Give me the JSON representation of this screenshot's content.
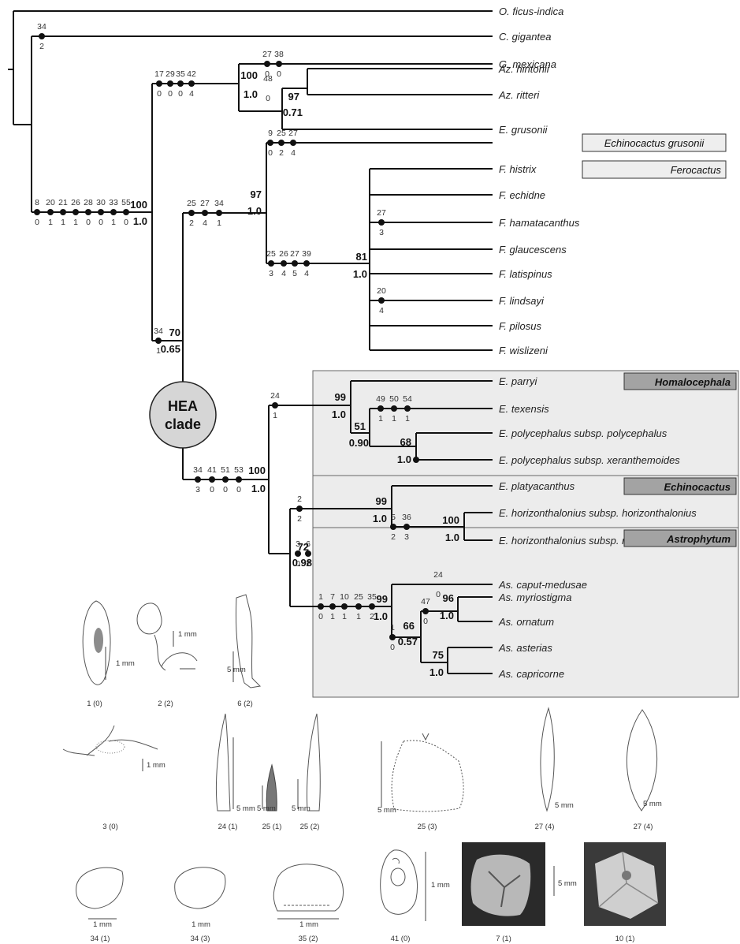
{
  "taxa": {
    "opuntia": "O. ficus-indica",
    "cgig": "C. gigantea",
    "gmex": "G. mexicana",
    "azhin": "Az. hintonii",
    "azrit": "Az. ritteri",
    "egrus": "E. grusonii",
    "fhis": "F. histrix",
    "fech": "F. echidne",
    "fham": "F. hamatacanthus",
    "fgla": "F. glaucescens",
    "flat": "F. latispinus",
    "flin": "F. lindsayi",
    "fpil": "F. pilosus",
    "fwis": "F. wislizeni",
    "epar": "E. parryi",
    "etex": "E. texensis",
    "epolp": "E. polycephalus subsp. polycephalus",
    "epolx": "E. polycephalus subsp. xeranthemoides",
    "epla": "E. platyacanthus",
    "ehorh": "E. horizonthalonius subsp. horizonthalonius",
    "ehorn": "E. horizonthalonius subsp. nicholii",
    "acap": "As. caput-medusae",
    "amyr": "As. myriostigma",
    "aorn": "As. ornatum",
    "aast": "As. asterias",
    "acapr": "As. capricorne"
  },
  "clades": {
    "grusonii": "Echinocactus grusonii",
    "ferocactus": "Ferocactus",
    "homalocephala": "Homalocephala",
    "echinocactus": "Echinocactus",
    "astrophytum": "Astrophytum",
    "hea1": "HEA",
    "hea2": "clade"
  },
  "support": {
    "n_main_bs": "100",
    "n_main_pp": "1.0",
    "n_gaz_bs": "100",
    "n_gaz_pp": "1.0",
    "n_az_bs": "97",
    "n_az_pp": "0.71",
    "n_ef_bs": "97",
    "n_ef_pp": "1.0",
    "n_fero_bs": "81",
    "n_fero_pp": "1.0",
    "n_efh_bs": "70",
    "n_efh_pp": "0.65",
    "n_hea_bs": "100",
    "n_hea_pp": "1.0",
    "n_hom_bs": "99",
    "n_hom_pp": "1.0",
    "n_tex_bs": "51",
    "n_tex_pp": "0.90",
    "n_pol_bs": "68",
    "n_pol_pp": "1.0",
    "n_ea_bs": "72",
    "n_ea_pp": "0.98",
    "n_ech_bs": "99",
    "n_ech_pp": "1.0",
    "n_hor_bs": "100",
    "n_hor_pp": "1.0",
    "n_ast_bs": "99",
    "n_ast_pp": "1.0",
    "n_amo_bs": "96",
    "n_amo_pp": "1.0",
    "n_as2_bs": "66",
    "n_as2_pp": "0.57",
    "n_aac_bs": "75",
    "n_aac_pp": "1.0"
  },
  "changes": {
    "cgig_t": "34",
    "cgig_b": "2",
    "main_t": [
      "8",
      "20",
      "21",
      "26",
      "28",
      "30",
      "33",
      "55"
    ],
    "main_b": [
      "0",
      "1",
      "1",
      "1",
      "0",
      "0",
      "1",
      "0"
    ],
    "gaz_t": [
      "17",
      "29",
      "35",
      "42"
    ],
    "gaz_b": [
      "0",
      "0",
      "0",
      "4"
    ],
    "gmex_t": [
      "27",
      "38"
    ],
    "gmex_b": [
      "0",
      "0"
    ],
    "az_t": "48",
    "az_b": "0",
    "egrus_t": [
      "9",
      "25",
      "27"
    ],
    "egrus_b": [
      "0",
      "2",
      "4"
    ],
    "ef_t": [
      "25",
      "27",
      "34"
    ],
    "ef_b": [
      "2",
      "4",
      "1"
    ],
    "fero_t": [
      "25",
      "26",
      "27",
      "39"
    ],
    "fero_b": [
      "3",
      "4",
      "5",
      "4"
    ],
    "fham_t": "27",
    "fham_b": "3",
    "flin_t": "20",
    "flin_b": "4",
    "efh_t": "34",
    "efh_b": "1",
    "hea_t": [
      "34",
      "41",
      "51",
      "53"
    ],
    "hea_b": [
      "3",
      "0",
      "0",
      "0"
    ],
    "hom_t": "24",
    "hom_b": "1",
    "etex_t": [
      "49",
      "50",
      "54"
    ],
    "etex_b": [
      "1",
      "1",
      "1"
    ],
    "ech_t": "2",
    "ech_b": "2",
    "hor_t": [
      "5",
      "36"
    ],
    "hor_b": [
      "2",
      "3"
    ],
    "ea_t": [
      "3",
      "6"
    ],
    "ea_b": [
      "0",
      "2"
    ],
    "ast_t": [
      "1",
      "7",
      "10",
      "25",
      "35"
    ],
    "ast_b": [
      "0",
      "1",
      "1",
      "1",
      "2"
    ],
    "acap_t": "24",
    "acap_b": "0",
    "as2_t": "1",
    "as2_b": "0",
    "amo_t": "47",
    "amo_b": "0"
  },
  "illustrations": [
    {
      "caption": "1 (0)",
      "scale": "1 mm"
    },
    {
      "caption": "2 (2)",
      "scale": "1 mm"
    },
    {
      "caption": "6 (2)",
      "scale": "5 mm"
    },
    {
      "caption": "3 (0)",
      "scale": "1 mm"
    },
    {
      "caption": "24 (1)",
      "scale": "5 mm"
    },
    {
      "caption": "25 (1)",
      "scale": "5 mm"
    },
    {
      "caption": "25 (2)",
      "scale": "5 mm"
    },
    {
      "caption": "25 (3)",
      "scale": "5 mm"
    },
    {
      "caption": "27 (4)",
      "scale": "5 mm"
    },
    {
      "caption": "27 (4)",
      "scale": "5 mm"
    },
    {
      "caption": "34 (1)",
      "scale": "1 mm"
    },
    {
      "caption": "34 (3)",
      "scale": "1 mm"
    },
    {
      "caption": "35 (2)",
      "scale": "1 mm"
    },
    {
      "caption": "41 (0)",
      "scale": "1 mm"
    },
    {
      "caption": "7 (1)",
      "scale": "5 mm"
    },
    {
      "caption": "10 (1)",
      "scale": ""
    }
  ]
}
